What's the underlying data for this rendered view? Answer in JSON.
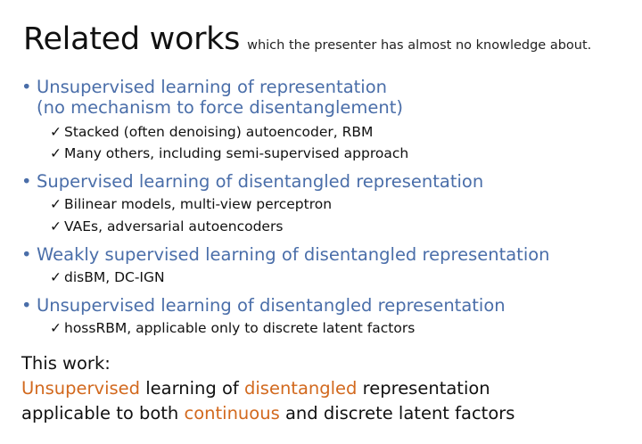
{
  "header": {
    "title": "Related works",
    "subtitle": "which the presenter has almost no knowledge about."
  },
  "sections": [
    {
      "bullet_icon": "bullet-dot",
      "lines": [
        "Unsupervised learning of representation",
        "(no mechanism to force disentanglement)"
      ],
      "items": [
        "Stacked (often denoising) autoencoder, RBM",
        "Many others, including semi-supervised approach"
      ]
    },
    {
      "bullet_icon": "bullet-dot",
      "lines": [
        "Supervised learning of disentangled representation"
      ],
      "items": [
        "Bilinear models, multi-view perceptron",
        "VAEs, adversarial autoencoders"
      ]
    },
    {
      "bullet_icon": "bullet-dot",
      "lines": [
        "Weakly supervised learning of disentangled representation"
      ],
      "items": [
        "disBM, DC-IGN"
      ]
    },
    {
      "bullet_icon": "bullet-dot",
      "lines": [
        "Unsupervised learning of disentangled representation"
      ],
      "items": [
        "hossRBM, applicable only to discrete latent factors"
      ]
    }
  ],
  "symbols": {
    "bullet": "•",
    "check": "✓"
  },
  "conclusion": {
    "heading": "This work:",
    "line1": {
      "w1": "Unsupervised",
      "t1": " learning of ",
      "w2": "disentangled",
      "t2": " representation"
    },
    "line2": {
      "t1": "applicable to both ",
      "w1": "continuous",
      "t2": " and discrete latent factors"
    }
  },
  "colors": {
    "bullet_text": "#4a6ea9",
    "highlight": "#d2691e",
    "text": "#111111"
  }
}
